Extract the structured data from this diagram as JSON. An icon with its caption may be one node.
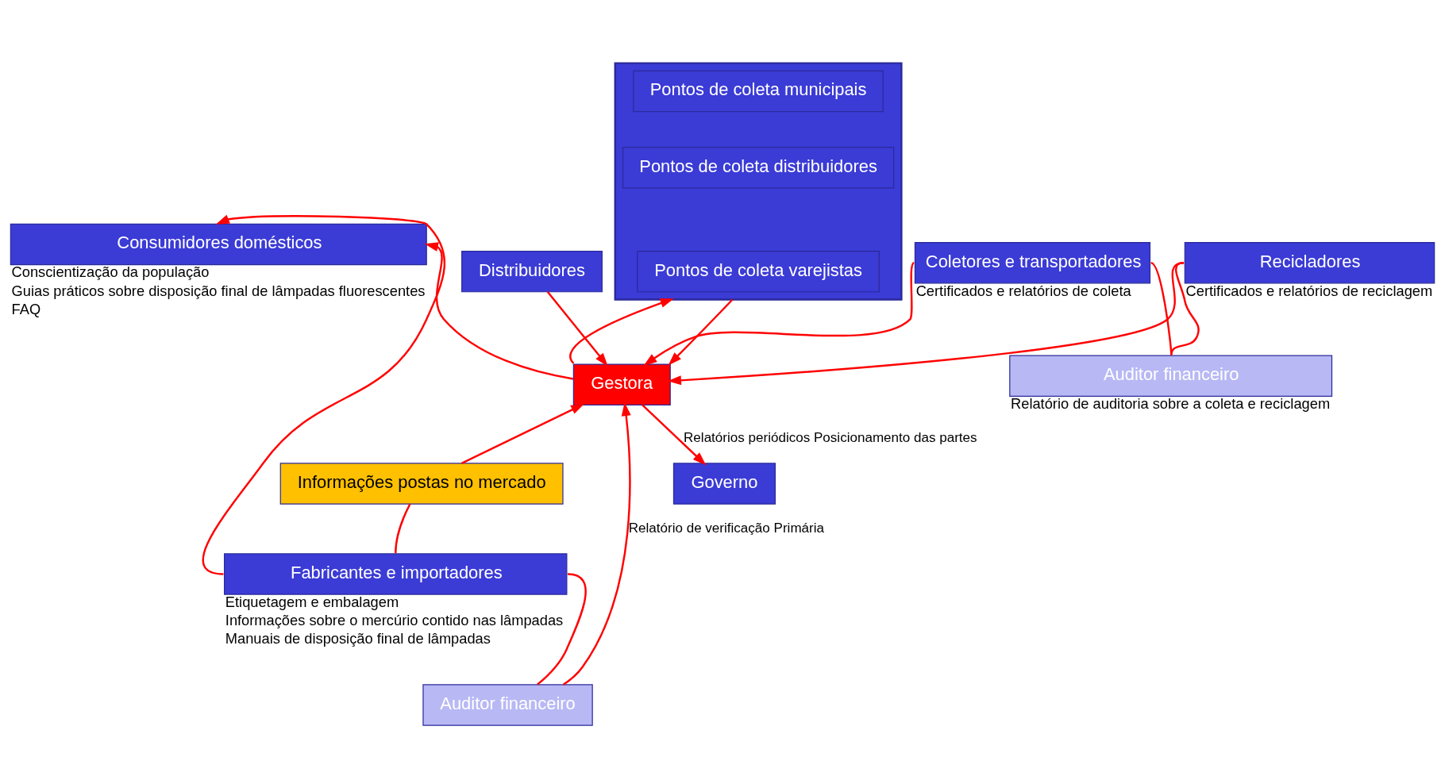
{
  "diagram": {
    "nodes": [
      {
        "text": [
          "Consumidores domésticos"
        ],
        "beside": [
          "Conscientização da população",
          "Guias práticos sobre disposição final de lâmpadas fluorescentes",
          "FAQ"
        ]
      },
      {
        "text": [
          "Distribuidores"
        ]
      },
      {
        "text": [],
        "shape": "box"
      },
      {
        "text": [
          "Pontos de coleta municipais"
        ],
        "in": 2
      },
      {
        "text": [
          "Pontos de coleta distribuidores"
        ],
        "in": 2
      },
      {
        "text": [
          "Pontos de coleta varejistas"
        ],
        "in": 2
      },
      {
        "text": [
          "Coletores e transportadores"
        ],
        "beside": [
          "Certificados e relatórios de coleta"
        ]
      },
      {
        "text": [
          "Recicladores"
        ],
        "beside": [
          "Certificados e relatórios de reciclagem"
        ]
      },
      {
        "text": [
          "Auditor financeiro"
        ],
        "beside": [
          "Relatório de auditoria sobre a coleta e reciclagem"
        ]
      },
      {
        "text": [
          "Gestora"
        ]
      },
      {
        "text": [
          "Fabricantes e importadores"
        ],
        "beside": [
          "Etiquetagem e embalagem",
          "Informações sobre o mercúrio contido nas lâmpadas",
          "Manuais de disposição final de lâmpadas"
        ]
      },
      {
        "text": [
          "Informações postas no mercado"
        ]
      },
      {
        "text": [
          "Auditor financeiro"
        ]
      },
      {
        "text": [
          "Governo"
        ]
      }
    ],
    "edges": [
      {
        "from": 9,
        "to": 0,
        "arrow": "to"
      },
      {
        "from": 10,
        "to": 0,
        "arrow": "to"
      },
      {
        "from": 1,
        "to": 9,
        "arrow": "to"
      },
      {
        "from": 9,
        "to": 2,
        "arrow": "to"
      },
      {
        "from": 2,
        "to": 9,
        "arrow": "to"
      },
      {
        "from": 6,
        "to": 9,
        "arrow": "to"
      },
      {
        "from": 7,
        "to": 9,
        "arrow": "to"
      },
      {
        "from": 6,
        "to": 8,
        "arrow": "none"
      },
      {
        "from": 7,
        "to": 8,
        "arrow": "none"
      },
      {
        "from": 10,
        "to": 11,
        "arrow": "none"
      },
      {
        "from": 11,
        "to": 9,
        "arrow": "to"
      },
      {
        "from": 10,
        "to": 12,
        "arrow": "none"
      },
      {
        "from": 12,
        "to": 9,
        "arrow": "to",
        "label": "Relatório de verificação Primária"
      },
      {
        "from": 9,
        "to": 13,
        "arrow": "to",
        "label": "Relatórios periódicos Posicionamento das partes"
      }
    ]
  }
}
